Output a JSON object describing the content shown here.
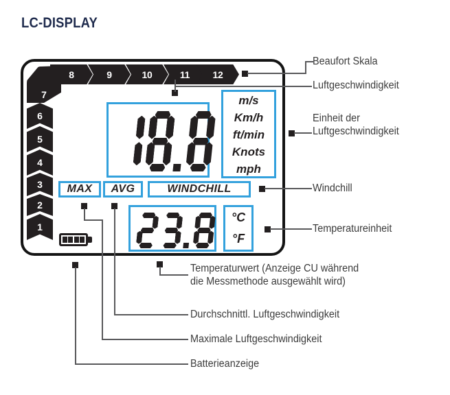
{
  "title": "LC-DISPLAY",
  "colors": {
    "accent_blue": "#33a1dd",
    "lcd_black": "#231f20",
    "title_navy": "#1f2b4d",
    "leader_gray": "#58585a",
    "label_text": "#3b3b3b"
  },
  "lcd": {
    "beaufort_top": [
      "8",
      "9",
      "10",
      "11",
      "12"
    ],
    "beaufort_left": [
      "7",
      "6",
      "5",
      "4",
      "3",
      "2",
      "1"
    ],
    "wind_speed_value": "18.8",
    "wind_speed_digits": [
      "1",
      "8",
      "8"
    ],
    "units": [
      "m/s",
      "Km/h",
      "ft/min",
      "Knots",
      "mph"
    ],
    "modes": [
      "MAX",
      "AVG",
      "WINDCHILL"
    ],
    "temperature_value": "23.8",
    "temperature_digits": [
      "2",
      "3",
      "8"
    ],
    "temperature_units": [
      "°C",
      "°F"
    ],
    "battery_bars": 4
  },
  "callouts": {
    "beaufort": "Beaufort Skala",
    "wind_speed": "Luftgeschwindigkeit",
    "wind_speed_unit": "Einheit der\nLuftgeschwindigkeit",
    "windchill": "Windchill",
    "temperature_unit": "Temperatureinheit",
    "temperature_value": "Temperaturwert (Anzeige CU während\ndie Messmethode ausgewählt wird)",
    "average_wind_speed": "Durchschnittl. Luftgeschwindigkeit",
    "max_wind_speed": "Maximale Luftgeschwindigkeit",
    "battery_indicator": "Batterieanzeige"
  }
}
